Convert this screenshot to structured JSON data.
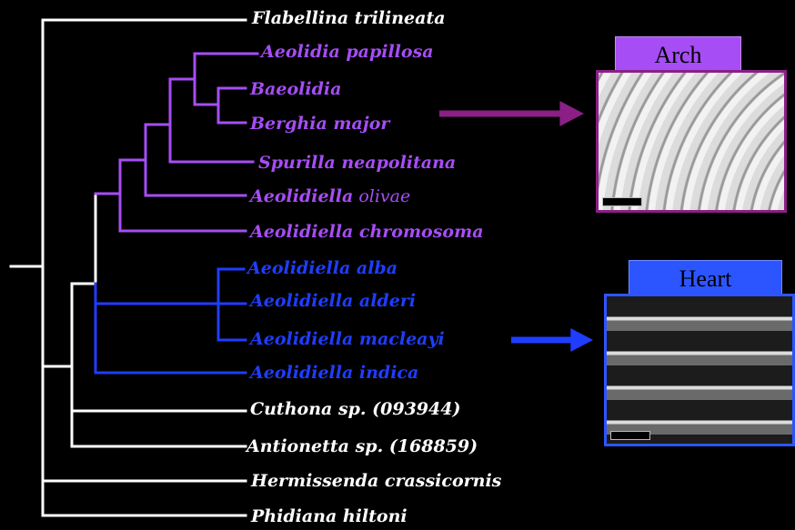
{
  "colors": {
    "outgroup": "#ffffff",
    "arch_clade": "#a64df5",
    "heart_clade": "#1f3dff",
    "arch_arrow": "#8b1f86",
    "heart_arrow": "#1f3dff",
    "arch_box": "#a64df5",
    "heart_box": "#2d55ff"
  },
  "taxa": [
    {
      "id": "flabellina",
      "genus": "Flabellina trilineata",
      "epithet": "",
      "group": "outgroup"
    },
    {
      "id": "aeolidia",
      "genus": "Aeolidia papillosa",
      "epithet": "",
      "group": "arch"
    },
    {
      "id": "baeolidia",
      "genus": "Baeolidia",
      "epithet": "",
      "group": "arch"
    },
    {
      "id": "berghia",
      "genus": "Berghia major",
      "epithet": "",
      "group": "arch"
    },
    {
      "id": "spurilla",
      "genus": "Spurilla neapolitana",
      "epithet": "",
      "group": "arch"
    },
    {
      "id": "olivae",
      "genus": "Aeolidiella",
      "epithet": " olivae",
      "group": "arch"
    },
    {
      "id": "chromosoma",
      "genus": "Aeolidiella chromosoma",
      "epithet": "",
      "group": "arch"
    },
    {
      "id": "alba",
      "genus": "Aeolidiella alba",
      "epithet": "",
      "group": "heart"
    },
    {
      "id": "alderi",
      "genus": "Aeolidiella alderi",
      "epithet": "",
      "group": "heart"
    },
    {
      "id": "macleayi",
      "genus": "Aeolidiella macleayi",
      "epithet": "",
      "group": "heart"
    },
    {
      "id": "indica",
      "genus": "Aeolidiella indica",
      "epithet": "",
      "group": "heart"
    },
    {
      "id": "cuthona",
      "genus": "Cuthona sp. (093944)",
      "epithet": "",
      "group": "outgroup"
    },
    {
      "id": "antionetta",
      "genus": "Antionetta sp. (168859)",
      "epithet": "",
      "group": "outgroup"
    },
    {
      "id": "hermissenda",
      "genus": "Hermissenda crassicornis",
      "epithet": "",
      "group": "outgroup"
    },
    {
      "id": "phidiana",
      "genus": "Phidiana hiltoni",
      "epithet": "",
      "group": "outgroup"
    }
  ],
  "insets": {
    "arch": {
      "label": "Arch",
      "scale_text": ""
    },
    "heart": {
      "label": "Heart",
      "scale_text": ""
    }
  }
}
